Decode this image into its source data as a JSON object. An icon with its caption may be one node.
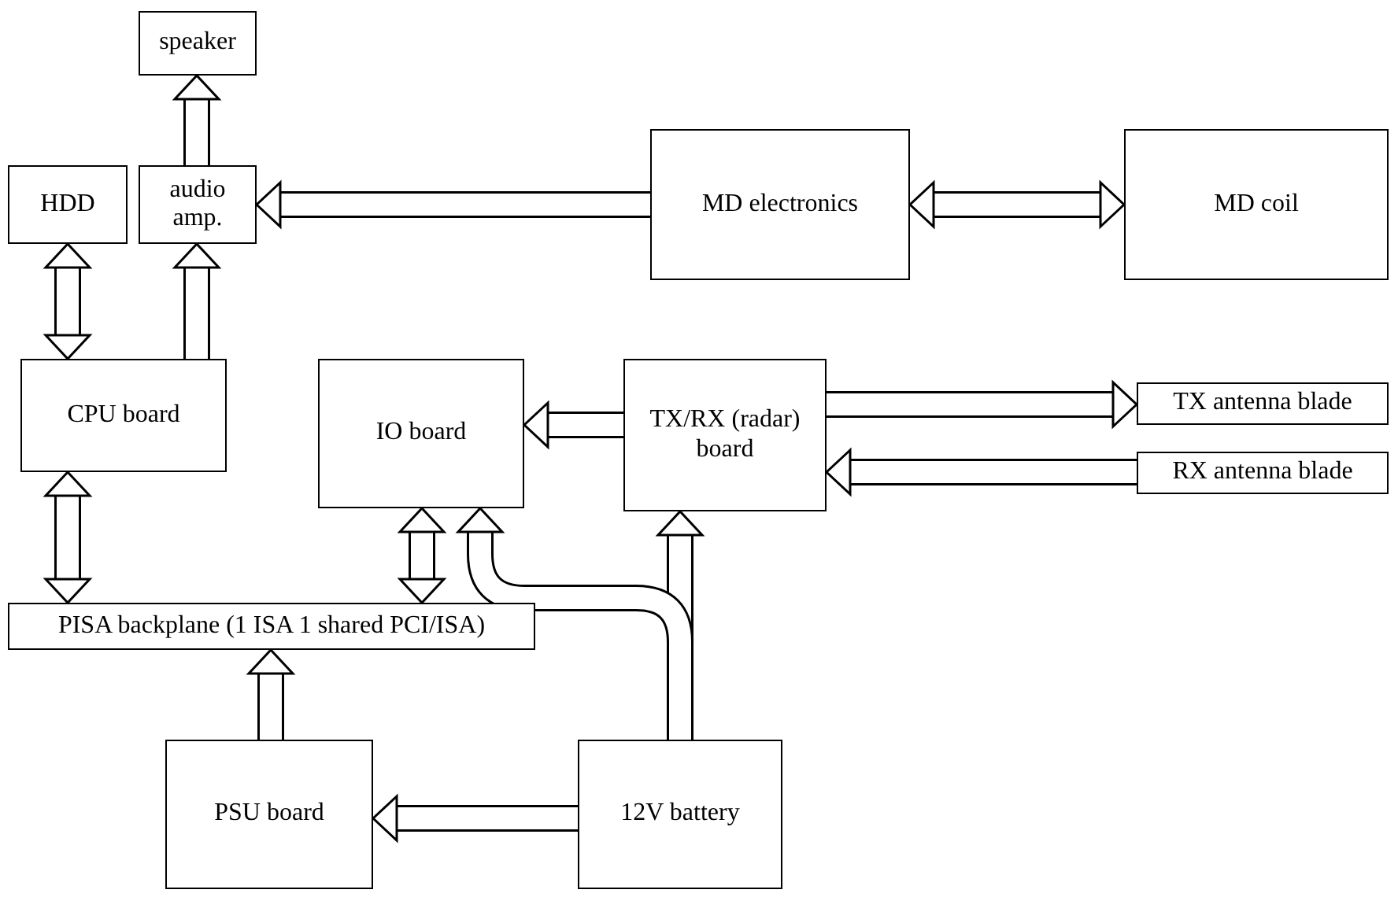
{
  "diagram": {
    "nodes": [
      {
        "text": [
          "speaker"
        ]
      },
      {
        "text": [
          "HDD"
        ]
      },
      {
        "text": [
          "audio amp."
        ]
      },
      {
        "text": [
          "MD electronics"
        ]
      },
      {
        "text": [
          "MD coil"
        ]
      },
      {
        "text": [
          "CPU board"
        ]
      },
      {
        "text": [
          "IO board"
        ]
      },
      {
        "text": [
          "TX/RX (radar) board"
        ]
      },
      {
        "text": [
          "TX antenna blade"
        ]
      },
      {
        "text": [
          "RX antenna blade"
        ]
      },
      {
        "text": [
          "PISA backplane (1 ISA 1 shared PCI/ISA)"
        ]
      },
      {
        "text": [
          "PSU board"
        ]
      },
      {
        "text": [
          "12V battery"
        ]
      }
    ],
    "edges": [
      {
        "from": 2,
        "to": 0,
        "arrow": "to"
      },
      {
        "from": 1,
        "to": 5,
        "arrow": "both"
      },
      {
        "from": 5,
        "to": 2,
        "arrow": "to"
      },
      {
        "from": 3,
        "to": 2,
        "arrow": "to"
      },
      {
        "from": 3,
        "to": 4,
        "arrow": "both"
      },
      {
        "from": 7,
        "to": 6,
        "arrow": "to"
      },
      {
        "from": 7,
        "to": 8,
        "arrow": "to"
      },
      {
        "from": 9,
        "to": 7,
        "arrow": "to"
      },
      {
        "from": 5,
        "to": 10,
        "arrow": "both"
      },
      {
        "from": 6,
        "to": 10,
        "arrow": "both"
      },
      {
        "from": 11,
        "to": 10,
        "arrow": "to"
      },
      {
        "from": 12,
        "to": 11,
        "arrow": "to"
      },
      {
        "from": 12,
        "to": 7,
        "arrow": "to"
      },
      {
        "from": 12,
        "to": 6,
        "arrow": "to"
      }
    ]
  }
}
